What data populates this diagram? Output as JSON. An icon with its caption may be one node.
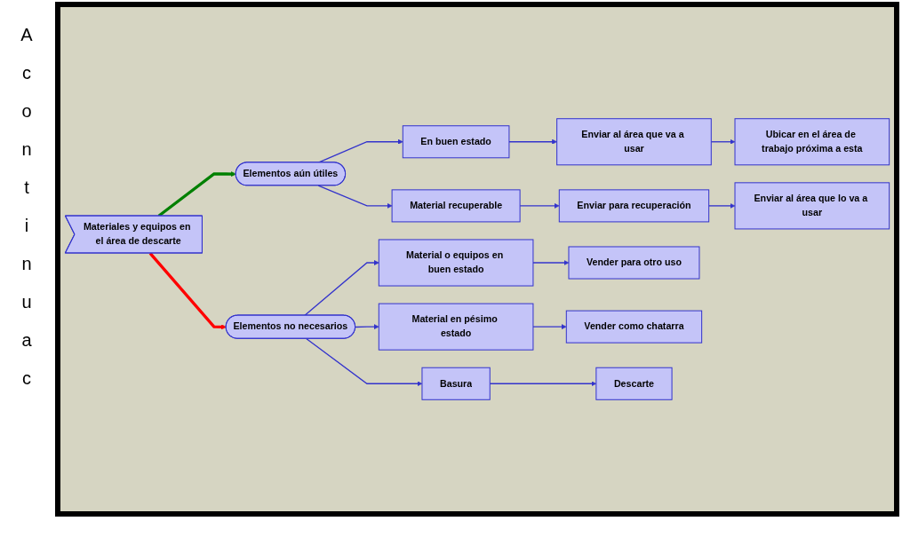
{
  "diagram": {
    "nodes": [
      {
        "text": [
          "Materiales y equipos en el área de descarte"
        ]
      },
      {
        "text": [
          "Elementos aún útiles"
        ]
      },
      {
        "text": [
          "En buen estado"
        ]
      },
      {
        "text": [
          "Enviar al área que va a usar"
        ]
      },
      {
        "text": [
          "Ubicar en el área de trabajo próxima a esta"
        ]
      },
      {
        "text": [
          "Material recuperable"
        ]
      },
      {
        "text": [
          "Enviar para recuperación"
        ]
      },
      {
        "text": [
          "Enviar al área que lo va a usar"
        ]
      },
      {
        "text": [
          "Elementos no necesarios"
        ]
      },
      {
        "text": [
          "Material o equipos en buen estado"
        ]
      },
      {
        "text": [
          "Vender para otro uso"
        ]
      },
      {
        "text": [
          "Material en pésimo estado"
        ]
      },
      {
        "text": [
          "Vender como chatarra"
        ]
      },
      {
        "text": [
          "Basura"
        ]
      },
      {
        "text": [
          "Descarte"
        ]
      }
    ],
    "edges": [
      {
        "from": 0,
        "to": 1,
        "arrow": "to",
        "style": "thick",
        "color": "#008000"
      },
      {
        "from": 1,
        "to": 2,
        "arrow": "to"
      },
      {
        "from": 2,
        "to": 3,
        "arrow": "to"
      },
      {
        "from": 3,
        "to": 4,
        "arrow": "to"
      },
      {
        "from": 1,
        "to": 5,
        "arrow": "to"
      },
      {
        "from": 5,
        "to": 6,
        "arrow": "to"
      },
      {
        "from": 6,
        "to": 7,
        "arrow": "to"
      },
      {
        "from": 0,
        "to": 8,
        "arrow": "to",
        "style": "thick",
        "color": "#ff0000"
      },
      {
        "from": 8,
        "to": 9,
        "arrow": "to"
      },
      {
        "from": 9,
        "to": 10,
        "arrow": "to"
      },
      {
        "from": 8,
        "to": 11,
        "arrow": "to"
      },
      {
        "from": 11,
        "to": 12,
        "arrow": "to"
      },
      {
        "from": 8,
        "to": 13,
        "arrow": "to"
      },
      {
        "from": 13,
        "to": 14,
        "arrow": "to"
      }
    ],
    "labels": [
      "A",
      "c",
      "o",
      "n",
      "t",
      "i",
      "n",
      "u",
      "a",
      "c"
    ]
  }
}
